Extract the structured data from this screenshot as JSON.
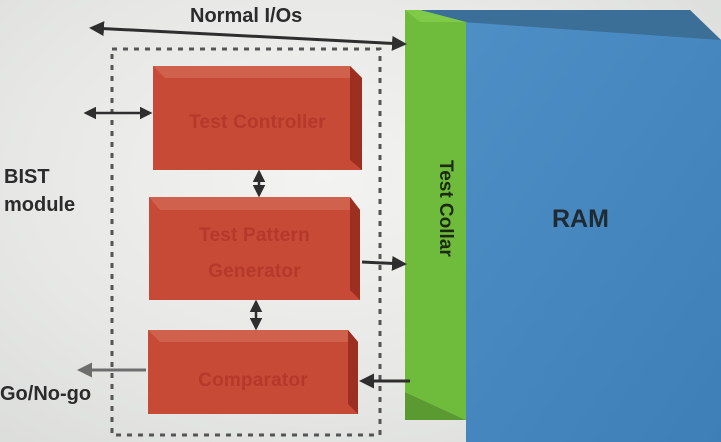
{
  "labels": {
    "normal_ios": "Normal I/Os",
    "bist_line1": "BIST",
    "bist_line2": "module",
    "go_no_go": "Go/No-go",
    "ram": "RAM",
    "test_collar": "Test Collar"
  },
  "blocks": {
    "test_controller": "Test Controller",
    "test_pattern_line1": "Test Pattern",
    "test_pattern_line2": "Generator",
    "comparator": "Comparator"
  },
  "colors": {
    "block_red": "#c64a36",
    "block_red_top": "#d0614c",
    "block_red_side": "#9c2f20",
    "collar_green": "#6fbb3b",
    "ram_blue": "#4d8cc4",
    "ram_top": "#3b6f97",
    "arrow": "#2e2e2e"
  }
}
